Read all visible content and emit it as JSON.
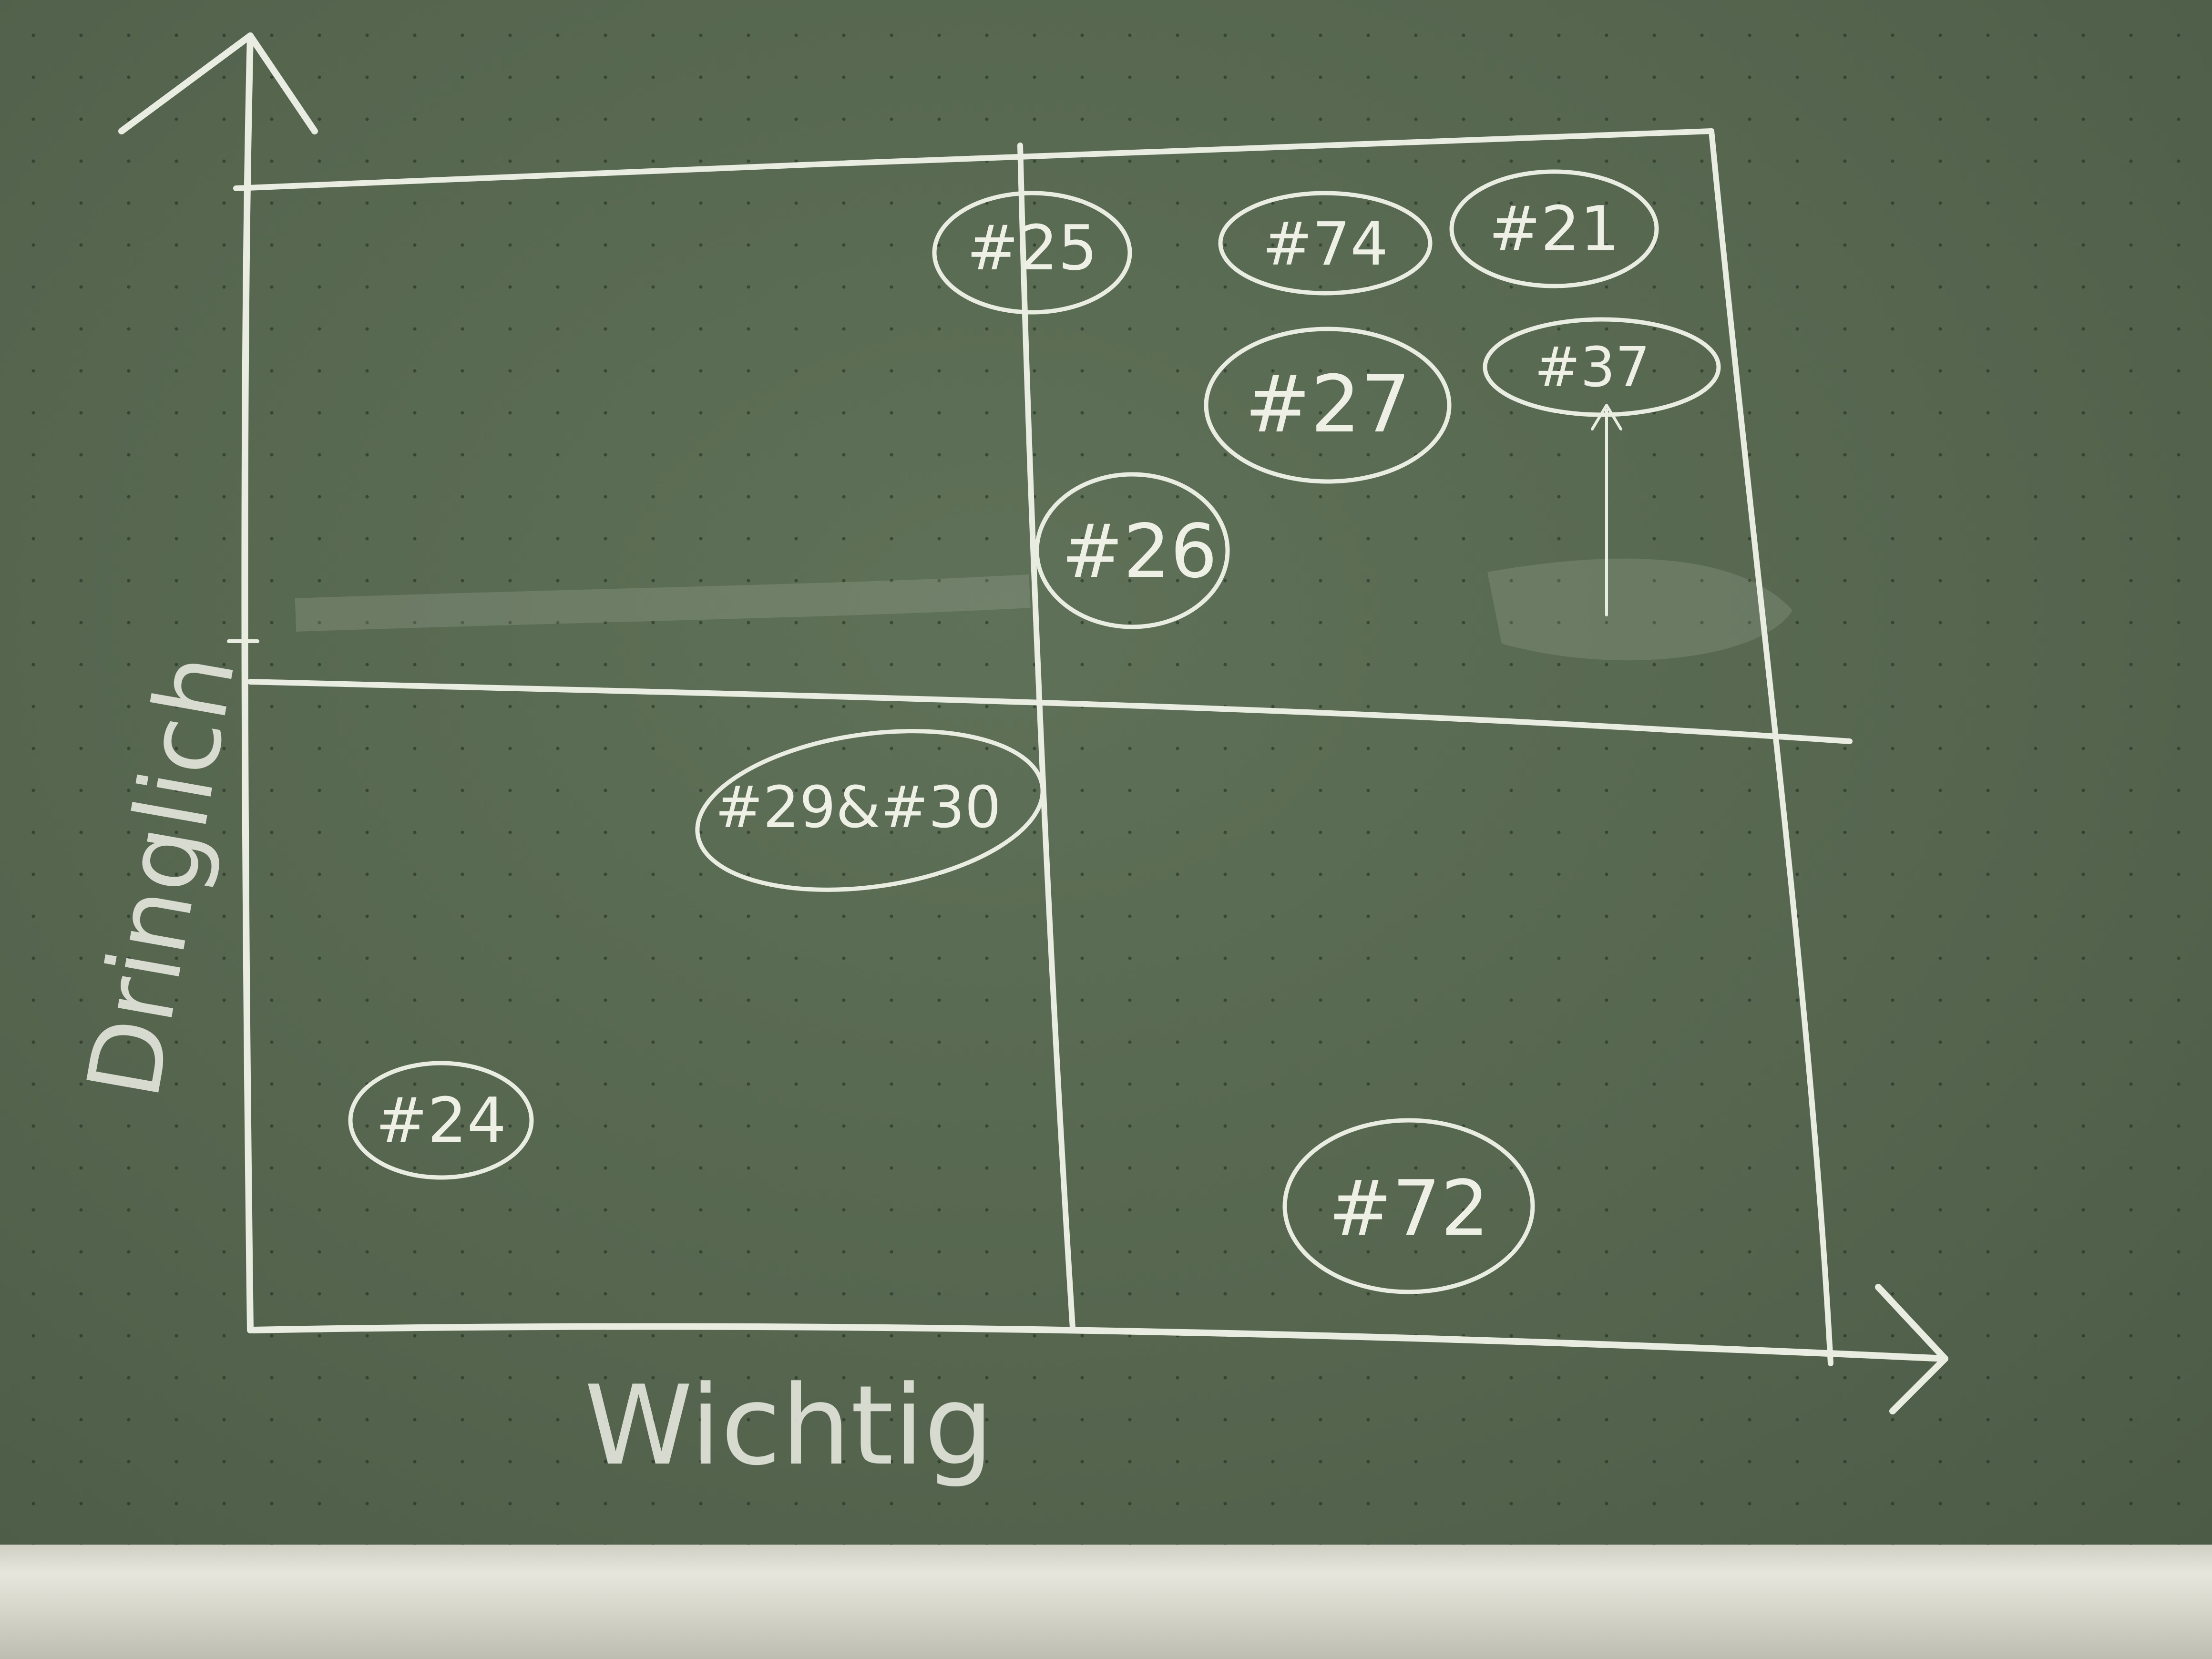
{
  "board": {
    "y_axis_label": "Dringlich",
    "x_axis_label": "Wichtig",
    "items": [
      {
        "label": "#25"
      },
      {
        "label": "#74"
      },
      {
        "label": "#21"
      },
      {
        "label": "#27"
      },
      {
        "label": "#37"
      },
      {
        "label": "#26"
      },
      {
        "label": "#29&#30"
      },
      {
        "label": "#24"
      },
      {
        "label": "#72"
      }
    ]
  },
  "colors": {
    "board": "#56664f",
    "chalk": "#e9ece0",
    "tray": "#d7d7cc"
  }
}
